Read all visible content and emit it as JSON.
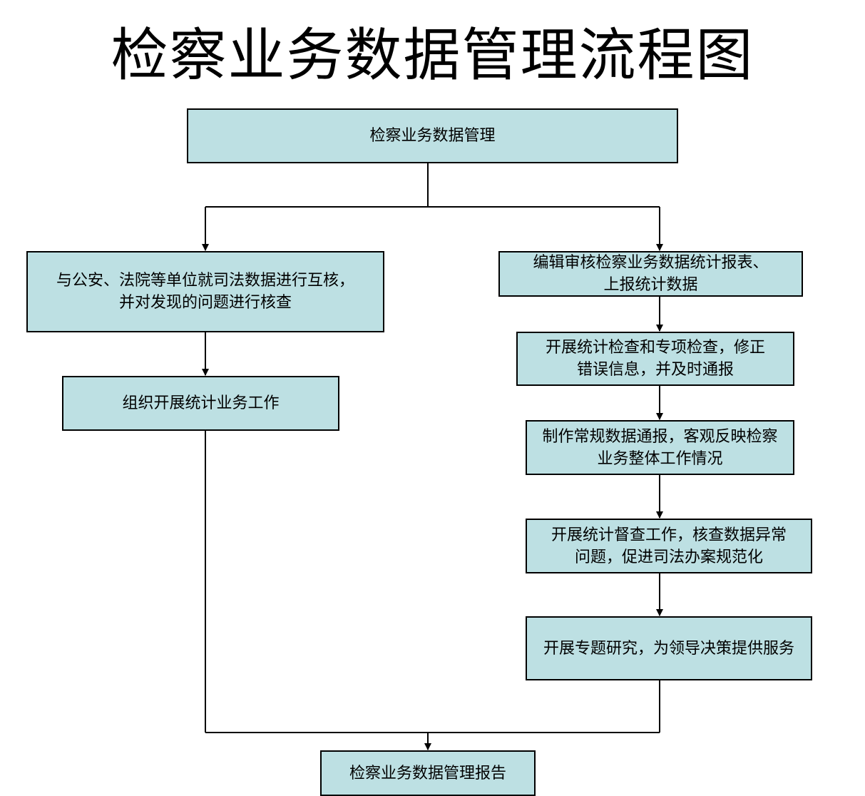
{
  "title": "检察业务数据管理流程图",
  "colors": {
    "box_fill": "#bde0e3",
    "box_border": "#000000",
    "line": "#000000",
    "background": "#ffffff"
  },
  "nodes": {
    "root": "检察业务数据管理",
    "left_1": "与公安、法院等单位就司法数据进行互核，\n并对发现的问题进行核查",
    "left_2": "组织开展统计业务工作",
    "right_1": "编辑审核检察业务数据统计报表、\n上报统计数据",
    "right_2": "开展统计检查和专项检查，修正\n错误信息，并及时通报",
    "right_3": "制作常规数据通报，客观反映检察\n业务整体工作情况",
    "right_4": "开展统计督查工作，核查数据异常\n问题，促进司法办案规范化",
    "right_5": "开展专题研究，为领导决策提供服务",
    "report": "检察业务数据管理报告"
  }
}
